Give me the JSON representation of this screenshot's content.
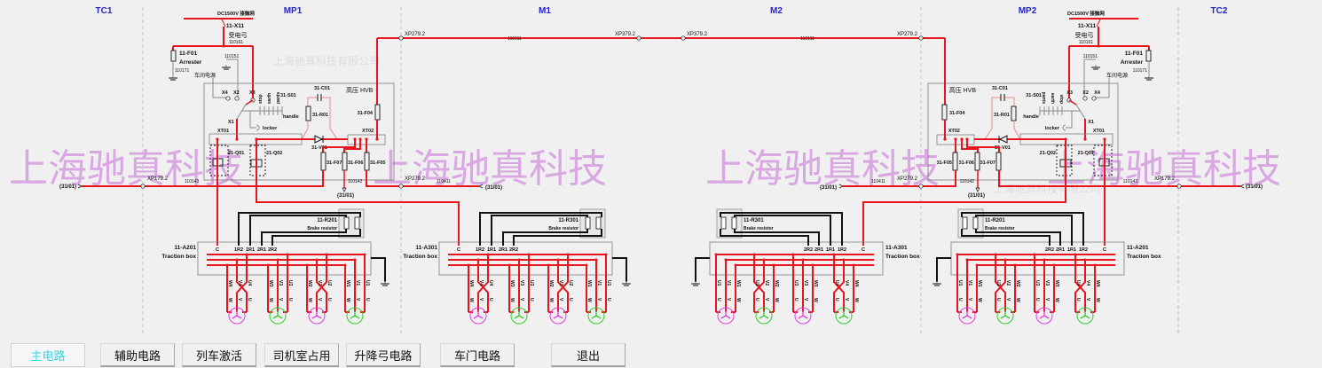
{
  "sections": [
    "TC1",
    "MP1",
    "M1",
    "M2",
    "MP2",
    "TC2"
  ],
  "hvb_unit": {
    "dc": "DC1500V 接触网",
    "pantograph_id": "11-X11",
    "pantograph": "受电弓",
    "wire_110161": "110161",
    "arrester_id": "11-F01",
    "arrester": "Arrester",
    "wire_110171": "110171",
    "wire_110151": "110151",
    "shop_supply": "车间电源",
    "x4": "X4",
    "x2": "X2",
    "x3": "X3",
    "x1": "X1",
    "hvb": "高压 HVB",
    "s01": "31-S01",
    "stop": "stop",
    "earth": "earth",
    "pants": "pants",
    "handle": "handle",
    "locker": "locker",
    "xt01": "XT01",
    "xt02": "XT02",
    "c01": "31-C01",
    "r01": "31-R01",
    "v01": "31-V01",
    "q01": "21-Q01",
    "q02": "21-Q02",
    "f04": "31-F04",
    "f05": "31-F05",
    "f06": "31-F06",
    "f07": "31-F07",
    "wire_110142": "110142",
    "wire_110143": "110143",
    "wire_110411": "110411",
    "ref": "(31/01)",
    "xp179": "XP179.2",
    "xp279": "XP279.2"
  },
  "bus": {
    "xp279": "XP279.2",
    "xp379": "XP379.2",
    "wire_110111": "110111"
  },
  "traction_boxes": [
    {
      "id": "11-A201",
      "name": "Traction box",
      "resistor_id": "11-R201",
      "resistor_name": "Brake resistor",
      "terminals": [
        "C",
        "1R2",
        "1R1",
        "2R1",
        "2R2"
      ],
      "phases": [
        [
          "W4",
          "V4",
          "U4"
        ],
        [
          "W3",
          "V3",
          "U3"
        ],
        [
          "W2",
          "V2",
          "U2"
        ],
        [
          "W1",
          "V1",
          "U1"
        ]
      ],
      "motor_terms": [
        "W",
        "V",
        "U"
      ]
    },
    {
      "id": "11-A301",
      "name": "Traction box",
      "resistor_id": "11-R301",
      "resistor_name": "Brake resistor",
      "terminals": [
        "C",
        "1R2",
        "1R1",
        "2R1",
        "2R2"
      ],
      "phases": [
        [
          "W4",
          "V4",
          "U4"
        ],
        [
          "W3",
          "V3",
          "U3"
        ],
        [
          "W2",
          "V2",
          "U2"
        ],
        [
          "W1",
          "V1",
          "U1"
        ]
      ],
      "motor_terms": [
        "W",
        "V",
        "U"
      ]
    },
    {
      "id": "11-A301",
      "name": "Traction box",
      "resistor_id": "11-R301",
      "resistor_name": "Brake resistor",
      "terminals": [
        "C",
        "1R2",
        "1R1",
        "2R1",
        "2R2"
      ],
      "phases": [
        [
          "W4",
          "V4",
          "U4"
        ],
        [
          "W3",
          "V3",
          "U3"
        ],
        [
          "W2",
          "V2",
          "U2"
        ],
        [
          "W1",
          "V1",
          "U1"
        ]
      ],
      "motor_terms": [
        "W",
        "V",
        "U"
      ]
    },
    {
      "id": "11-A201",
      "name": "Traction box",
      "resistor_id": "11-R201",
      "resistor_name": "Brake resistor",
      "terminals": [
        "C",
        "1R2",
        "1R1",
        "2R1",
        "2R2"
      ],
      "phases": [
        [
          "W4",
          "V4",
          "U4"
        ],
        [
          "W3",
          "V3",
          "U3"
        ],
        [
          "W2",
          "V2",
          "U2"
        ],
        [
          "W1",
          "V1",
          "U1"
        ]
      ],
      "motor_terms": [
        "W",
        "V",
        "U"
      ]
    }
  ],
  "watermark": "上海驰真科技",
  "watermark_small": "上海驰真科技有限公司",
  "colors": {
    "wire": "#e8141c",
    "motor_a": "#e040e0",
    "motor_b": "#33cc33",
    "section": "#2323d0",
    "watermark": "#d9a8e2"
  },
  "buttons": [
    {
      "label": "主电路",
      "active": true
    },
    {
      "label": "辅助电路"
    },
    {
      "label": "列车激活"
    },
    {
      "label": "司机室占用"
    },
    {
      "label": "升降弓电路"
    },
    {
      "label": "车门电路"
    },
    {
      "label": "退出"
    }
  ]
}
